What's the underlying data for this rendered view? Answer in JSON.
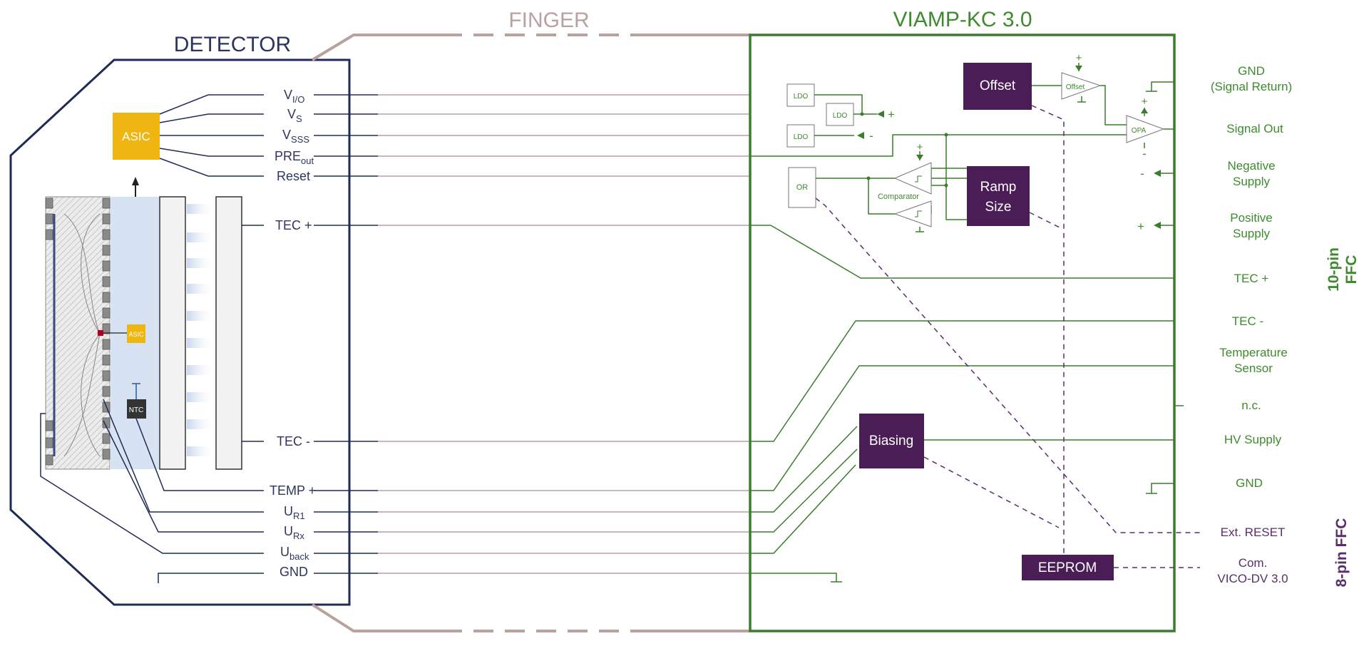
{
  "colors": {
    "detector": "#1f2b55",
    "finger": "#b9a29e",
    "viamp": "#3a7d2a",
    "purple": "#4b1d57",
    "asic": "#efb511",
    "ntc": "#333333",
    "lightblue": "#d7e3f3"
  },
  "titles": {
    "detector": "DETECTOR",
    "finger": "FINGER",
    "viamp": "VIAMP-KC 3.0"
  },
  "detector": {
    "asic_label": "ASIC",
    "asic_small_label": "ASIC",
    "ntc_label": "NTC",
    "signals": [
      {
        "main": "V",
        "sub": "I/O"
      },
      {
        "main": "V",
        "sub": "S"
      },
      {
        "main": "V",
        "sub": "SSS"
      },
      {
        "main": "PRE",
        "sub": "out"
      },
      {
        "main": "Reset",
        "sub": ""
      },
      {
        "main": "TEC +",
        "sub": ""
      },
      {
        "main": "TEC -",
        "sub": ""
      },
      {
        "main": "TEMP +",
        "sub": ""
      },
      {
        "main": "U",
        "sub": "R1"
      },
      {
        "main": "U",
        "sub": "Rx"
      },
      {
        "main": "U",
        "sub": "back"
      },
      {
        "main": "GND",
        "sub": ""
      }
    ]
  },
  "viamp": {
    "blocks": {
      "offset": "Offset",
      "ramp_size": [
        "Ramp",
        "Size"
      ],
      "biasing": "Biasing",
      "eeprom": "EEPROM"
    },
    "small": {
      "ldo": "LDO",
      "or": "OR",
      "offset_amp": "Offset",
      "opa": "OPA",
      "comparator": "Comparator",
      "plus": "+",
      "minus": "-"
    },
    "outputs": [
      {
        "lines": [
          "GND",
          "(Signal Return)"
        ]
      },
      {
        "lines": [
          "Signal Out"
        ]
      },
      {
        "lines": [
          "Negative",
          "Supply"
        ]
      },
      {
        "lines": [
          "Positive",
          "Supply"
        ]
      },
      {
        "lines": [
          "TEC +"
        ]
      },
      {
        "lines": [
          "TEC -"
        ]
      },
      {
        "lines": [
          "Temperature",
          "Sensor"
        ]
      },
      {
        "lines": [
          "n.c."
        ]
      },
      {
        "lines": [
          "HV Supply"
        ]
      },
      {
        "lines": [
          "GND"
        ]
      },
      {
        "lines": [
          "Ext. RESET"
        ]
      },
      {
        "lines": [
          "Com.",
          "VICO-DV 3.0"
        ]
      }
    ],
    "ffc_10": [
      "10-pin",
      "FFC"
    ],
    "ffc_8": "8-pin FFC"
  }
}
